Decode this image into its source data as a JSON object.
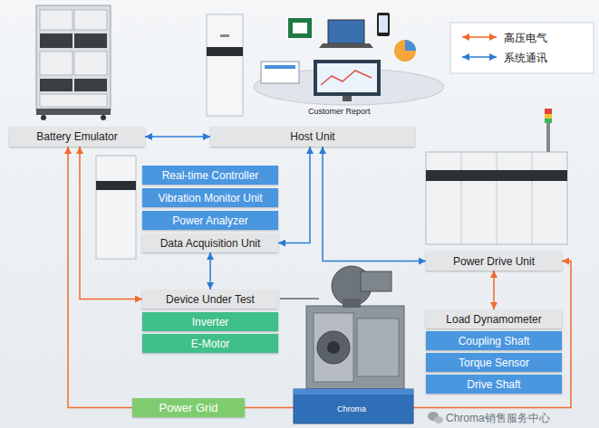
{
  "diagram": {
    "nodes": [
      {
        "text": [
          "Battery Emulator"
        ]
      },
      {
        "text": [
          "Host Unit"
        ]
      },
      {
        "text": [
          "Real-time Controller"
        ]
      },
      {
        "text": [
          "Vibration Monitor Unit"
        ]
      },
      {
        "text": [
          "Power Analyzer"
        ]
      },
      {
        "text": [
          "Data Acquisition Unit"
        ]
      },
      {
        "text": [
          "Device Under Test"
        ]
      },
      {
        "text": [
          "Inverter"
        ]
      },
      {
        "text": [
          "E-Motor"
        ]
      },
      {
        "text": [
          "Power Drive Unit"
        ]
      },
      {
        "text": [
          "Load Dynamometer"
        ]
      },
      {
        "text": [
          "Coupling Shaft"
        ]
      },
      {
        "text": [
          "Torque Sensor"
        ]
      },
      {
        "text": [
          "Drive Shaft"
        ]
      },
      {
        "text": [
          "Power Grid"
        ]
      }
    ],
    "edges": [
      {
        "from": 0,
        "to": 1,
        "arrow": "both"
      },
      {
        "from": 1,
        "to": 5,
        "arrow": "both"
      },
      {
        "from": 1,
        "to": 9,
        "arrow": "both"
      },
      {
        "from": 5,
        "to": 6,
        "arrow": "both"
      },
      {
        "from": 0,
        "to": 6,
        "arrow": "both"
      },
      {
        "from": 14,
        "to": 0,
        "arrow": "to"
      },
      {
        "from": 14,
        "to": 9,
        "arrow": "to"
      },
      {
        "from": 9,
        "to": 10,
        "arrow": "both"
      }
    ],
    "labels": [
      "Customer Report",
      "Chroma",
      "Chroma销售服务中心"
    ],
    "legend": [
      {
        "text": "高压电气"
      },
      {
        "text": "系统通讯"
      }
    ]
  }
}
